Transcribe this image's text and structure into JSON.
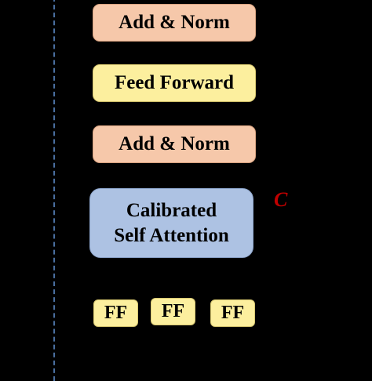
{
  "diagram": {
    "blocks": {
      "add_norm_top": "Add & Norm",
      "feed_forward": "Feed Forward",
      "add_norm_bottom": "Add & Norm",
      "attention_line1": "Calibrated",
      "attention_line2": "Self Attention"
    },
    "ff_blocks": [
      "FF",
      "FF",
      "FF"
    ],
    "calibration_label": "C"
  },
  "colors": {
    "background": "#000000",
    "norm_fill": "#f6c8aa",
    "feed_forward_fill": "#fcef9e",
    "attention_fill": "#adc2e3",
    "dashed_border": "#4a6fa0",
    "label_red": "#c00000"
  }
}
